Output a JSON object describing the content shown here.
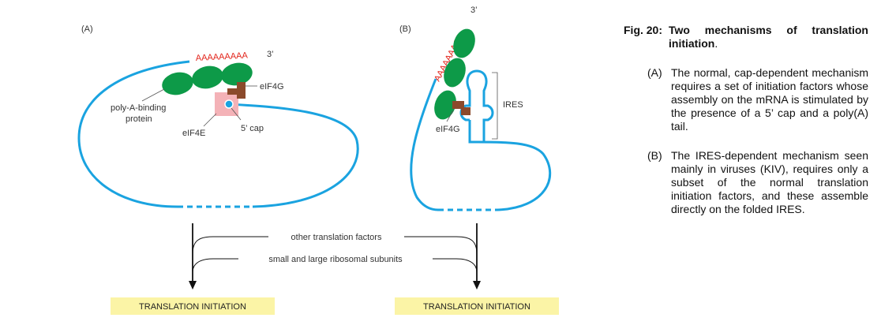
{
  "diagram": {
    "panel_a": {
      "tag": "(A)",
      "polya": "AAAAAAAAA",
      "three_prime": "3’",
      "eif4g": "eIF4G",
      "pabp_line1": "poly-A-binding",
      "pabp_line2": "protein",
      "five_cap": "5’ cap",
      "eif4e": "eIF4E"
    },
    "panel_b": {
      "tag": "(B)",
      "three_prime": "3’",
      "polya": "AAAAAAAAA",
      "ires": "IRES",
      "eif4g": "eIF4G"
    },
    "other_factors": "other translation factors",
    "ribosomal_subunits": "small and large ribosomal subunits",
    "initiation_left": "TRANSLATION INITIATION",
    "initiation_right": "TRANSLATION INITIATION",
    "colors": {
      "mrna": "#1aa3e0",
      "protein": "#0d9a48",
      "eif4g": "#8b4a2b",
      "eif4e": "#f4b2b7",
      "polya": "#e2231a",
      "box": "#fbf4a6"
    }
  },
  "caption": {
    "fig_label": "Fig. 20:",
    "title": "Two mechanisms of translation initiation",
    "period": ".",
    "items": [
      {
        "tag": "(A)",
        "text": "The normal, cap-dependent mechanism requires a set of initiation factors whose assembly on the mRNA is stimulated by the presence of a 5’ cap and a poly(A) tail."
      },
      {
        "tag": "(B)",
        "text": "The IRES-dependent mechanism seen mainly in viruses (KIV), requires only a subset of the normal translation initiation factors, and these assemble directly on the folded IRES."
      }
    ]
  }
}
